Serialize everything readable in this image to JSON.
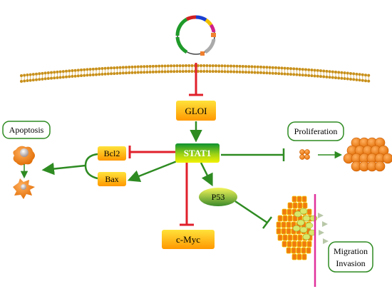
{
  "nodes": {
    "gloi": "GLOI",
    "stat1": "STAT1",
    "bcl2": "Bcl2",
    "bax": "Bax",
    "p53": "P53",
    "cmyc": "c-Myc"
  },
  "outcomes": {
    "apoptosis": "Apoptosis",
    "proliferation": "Proliferation",
    "migration": "Migration",
    "invasion": "Invasion"
  },
  "colors": {
    "activation": "#2e8b22",
    "inhibition": "#e0202b",
    "gene_box_top": "#ffd21a",
    "gene_box_bottom": "#ff9a00",
    "stat1_top": "#0f9a2e",
    "stat1_bottom": "#f2f000",
    "outcome_border": "#2e8b22",
    "cell_orange": "#f07a10",
    "membrane": "#c8901a",
    "barrier": "#e0309a"
  },
  "icons": {
    "plasmid": "plasmid-icon",
    "membrane": "cell-membrane-icon",
    "apoptotic_cell": "apoptotic-cell-icon",
    "proliferating_cells": "cell-cluster-icon",
    "tumor": "tumor-mass-icon"
  }
}
